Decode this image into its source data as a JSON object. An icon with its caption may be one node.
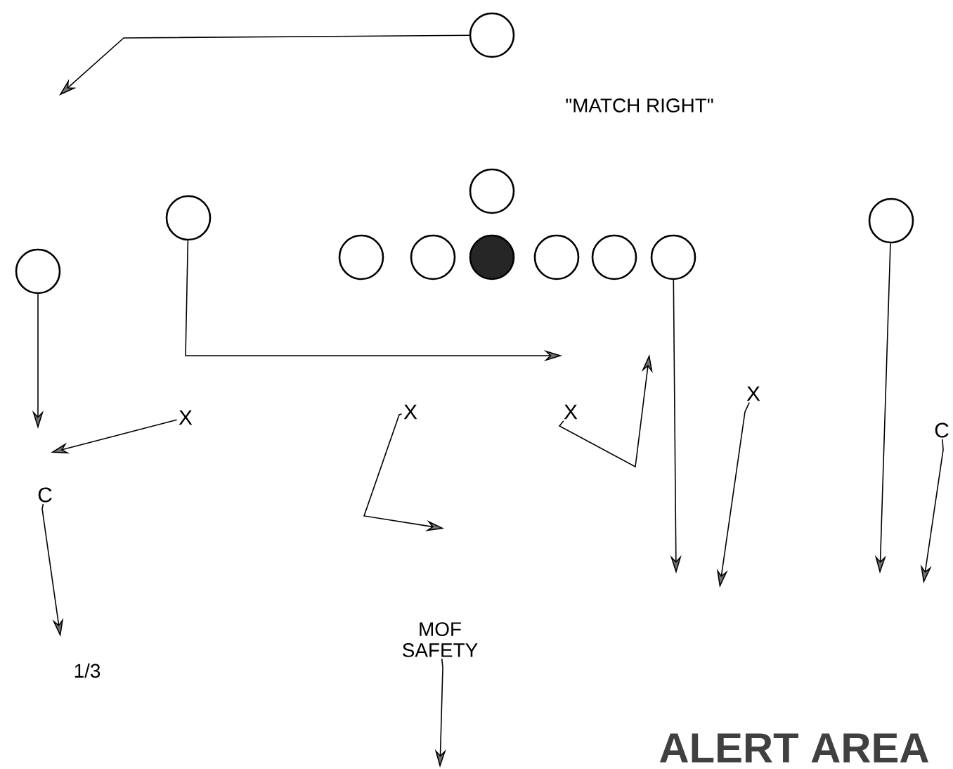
{
  "diagram": {
    "nodes": [
      {
        "text": [],
        "shape": "circle"
      },
      {
        "text": [],
        "shape": "circle"
      },
      {
        "text": [],
        "shape": "circle"
      },
      {
        "text": [],
        "shape": "circle"
      },
      {
        "text": [],
        "shape": "circle"
      },
      {
        "text": [],
        "shape": "circle"
      },
      {
        "text": [],
        "shape": "circle"
      },
      {
        "text": [],
        "shape": "circle"
      },
      {
        "text": [],
        "shape": "circle"
      },
      {
        "text": [],
        "shape": "circle"
      },
      {
        "text": [],
        "shape": "circle"
      },
      {
        "text": [
          "X"
        ]
      },
      {
        "text": [
          "X"
        ]
      },
      {
        "text": [
          "X"
        ]
      },
      {
        "text": [
          "X"
        ]
      },
      {
        "text": [
          "C"
        ]
      },
      {
        "text": [
          "C"
        ]
      },
      {
        "text": [
          "MOF SAFETY"
        ]
      }
    ],
    "edges": [
      {
        "from": 0,
        "to": null,
        "arrow": "to"
      },
      {
        "from": 1,
        "to": null,
        "arrow": "to"
      },
      {
        "from": 2,
        "to": null,
        "arrow": "to"
      },
      {
        "from": 11,
        "to": null,
        "arrow": "to"
      },
      {
        "from": 12,
        "to": null,
        "arrow": "to"
      },
      {
        "from": 13,
        "to": null,
        "arrow": "to"
      },
      {
        "from": 9,
        "to": null,
        "arrow": "to"
      },
      {
        "from": 14,
        "to": null,
        "arrow": "to"
      },
      {
        "from": 10,
        "to": null,
        "arrow": "to"
      },
      {
        "from": 16,
        "to": null,
        "arrow": "to"
      },
      {
        "from": 15,
        "to": null,
        "arrow": "to"
      },
      {
        "from": 17,
        "to": null,
        "arrow": "to"
      }
    ],
    "labels": [
      "\"MATCH RIGHT\"",
      "1/3",
      "ALERT AREA"
    ]
  }
}
